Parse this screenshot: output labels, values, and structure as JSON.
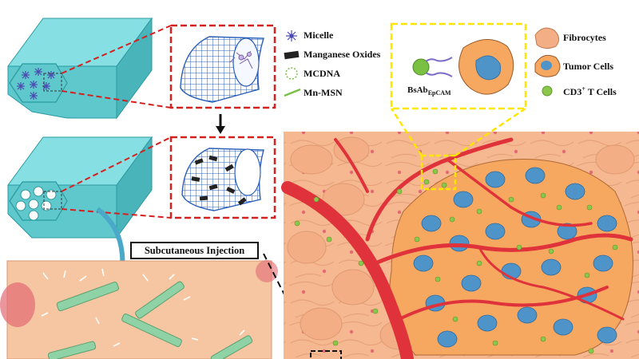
{
  "legend_left": {
    "micelle": "Micelle",
    "manganese_oxides": "Manganese Oxides",
    "mcdna": "MCDNA",
    "mn_msn": "Mn-MSN"
  },
  "legend_right": {
    "fibrocytes": "Fibrocytes",
    "tumor_cells": "Tumor Cells",
    "cd3_base": "CD3",
    "cd3_sup": "+",
    "cd3_rest": " T Cells"
  },
  "bsab": {
    "base": "BsAb",
    "sub": "EpCAM"
  },
  "caption": "Subcutaneous Injection",
  "colors": {
    "rod_face": "#5ec8cc",
    "rod_top": "#7fdde0",
    "red_dash": "#d62020",
    "yellow_dash": "#ffe600",
    "tissue": "#f4b98f",
    "vessel": "#e0323a",
    "tumor_cell": "#f7a45c",
    "nucleus": "#4f94c9",
    "t_cell": "#8cc64a"
  }
}
